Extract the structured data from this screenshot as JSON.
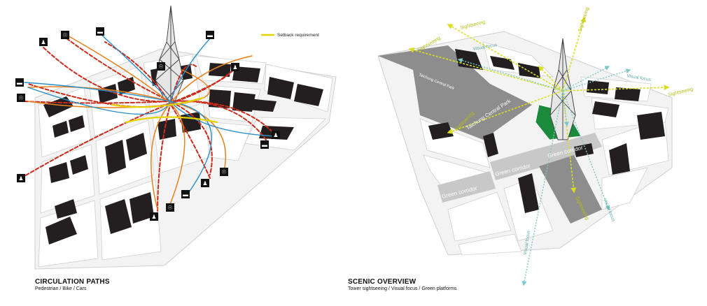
{
  "left_panel": {
    "title": "CIRCULATION PATHS",
    "subtitle": "Pedestrian / Bike / Cars",
    "legend": {
      "label": "Setback requirement",
      "color": "#e5d300"
    },
    "colors": {
      "pedestrian": "#cc2a1a",
      "bike": "#e8801c",
      "cars": "#2a8fc9",
      "block": "#231f20",
      "tower": "#3a3a3a"
    },
    "icons": [
      "pedestrian-icon",
      "bike-icon",
      "car-icon",
      "car-icon",
      "pedestrian-icon",
      "car-icon",
      "bike-icon",
      "pedestrian-icon",
      "car-icon",
      "pedestrian-icon",
      "bike-icon",
      "pedestrian-icon",
      "car-icon",
      "bike-icon",
      "pedestrian-icon",
      "bike-icon"
    ]
  },
  "right_panel": {
    "title": "SCENIC OVERVIEW",
    "subtitle": "Tower sightseeing /  Visual focus / Green platforms",
    "park_label": "Taichung Central Park",
    "green_corridor_label": "Green corridor",
    "sightseeing_label": "Sightseeing",
    "visual_focus_label": "Visual focus",
    "colors": {
      "sightseeing": "#d9df1f",
      "visual_focus": "#7fc8c8",
      "green_platform": "#1b8a3a",
      "park": "#8d8d8d",
      "corridor": "#c8c8c8"
    }
  }
}
